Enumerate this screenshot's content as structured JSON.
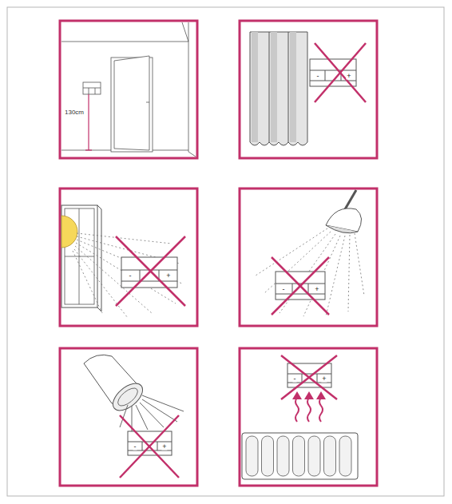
{
  "diagram": {
    "labels": [
      "130cm",
      "-",
      "+",
      "-",
      "+",
      "-",
      "+",
      "-",
      "+",
      "-",
      "+"
    ]
  }
}
